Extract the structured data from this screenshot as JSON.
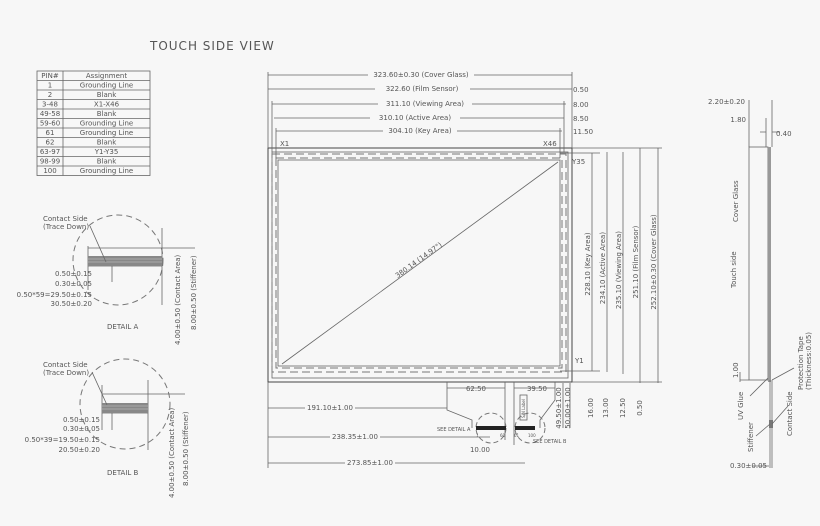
{
  "title": "TOUCH SIDE VIEW",
  "pin_table": {
    "headers": [
      "PIN#",
      "Assignment"
    ],
    "rows": [
      [
        "1",
        "Grounding Line"
      ],
      [
        "2",
        "Blank"
      ],
      [
        "3-48",
        "X1-X46"
      ],
      [
        "49-58",
        "Blank"
      ],
      [
        "59-60",
        "Grounding Line"
      ],
      [
        "61",
        "Grounding Line"
      ],
      [
        "62",
        "Blank"
      ],
      [
        "63-97",
        "Y1-Y35"
      ],
      [
        "98-99",
        "Blank"
      ],
      [
        "100",
        "Grounding Line"
      ]
    ]
  },
  "top_dims": {
    "cover_glass": "323.60±0.30 (Cover Glass)",
    "film_sensor": "322.60 (Film Sensor)",
    "viewing_area": "311.10 (Viewing Area)",
    "active_area": "310.10 (Active Area)",
    "key_area": "304.10 (Key Area)",
    "offsets": [
      "0.50",
      "8.00",
      "8.50",
      "11.50"
    ]
  },
  "axis_labels": {
    "x1": "X1",
    "x46": "X46",
    "y35": "Y35",
    "y1": "Y1"
  },
  "diagonal": "380.14 (14.97\")",
  "right_dims": {
    "key_area": "228.10 (Key Area)",
    "active_area": "234.10 (Active Area)",
    "viewing_area": "235.10 (Viewing Area)",
    "film_sensor": "251.10 (Film Sensor)",
    "cover_glass": "252.10±0.30 (Cover Glass)",
    "offsets": [
      "16.00",
      "13.00",
      "12.50",
      "0.50"
    ]
  },
  "bottom_dims": {
    "d1": "62.50",
    "d2": "39.50",
    "d3": "191.10±1.00",
    "d4": "238.35±1.00",
    "d5": "273.85±1.00",
    "d6": "10.00",
    "v1": "49.50±1.00",
    "v2": "50.00±1.00",
    "see_a": "SEE DETAIL A",
    "see_b": "SEE DETAIL B",
    "pins": [
      "1",
      "60",
      "61",
      "100"
    ],
    "sn_label": "S/N Label"
  },
  "detail_a": {
    "label": "DETAIL A",
    "callout": [
      "Contact Side",
      "(Trace Down)"
    ],
    "dims": [
      "0.50±0.15",
      "0.30±0.05",
      "0.50*59=29.50±0.15",
      "30.50±0.20"
    ],
    "contact_area": "4.00±0.50 (Contact Area)",
    "stiffener": "8.00±0.50 (Stiffener)"
  },
  "detail_b": {
    "label": "DETAIL B",
    "callout": [
      "Contact Side",
      "(Trace Down)"
    ],
    "dims": [
      "0.50±0.15",
      "0.30±0.05",
      "0.50*39=19.50±0.15",
      "20.50±0.20"
    ],
    "contact_area": "4.00±0.50 (Contact Area)",
    "stiffener": "8.00±0.50 (Stiffener)"
  },
  "side_view": {
    "dims": [
      "2.20±0.20",
      "1.80",
      "0.40",
      "1.00",
      "0.30±0.05"
    ],
    "labels": {
      "cover_glass": "Cover Glass",
      "touch_side": "Touch side",
      "protection_tape": "Protection Tape",
      "protection_thickness": "(Thickness:0.05)",
      "uv_glue": "UV Glue",
      "stiffener": "Stiffener",
      "contact_side": "Contact Side"
    }
  }
}
